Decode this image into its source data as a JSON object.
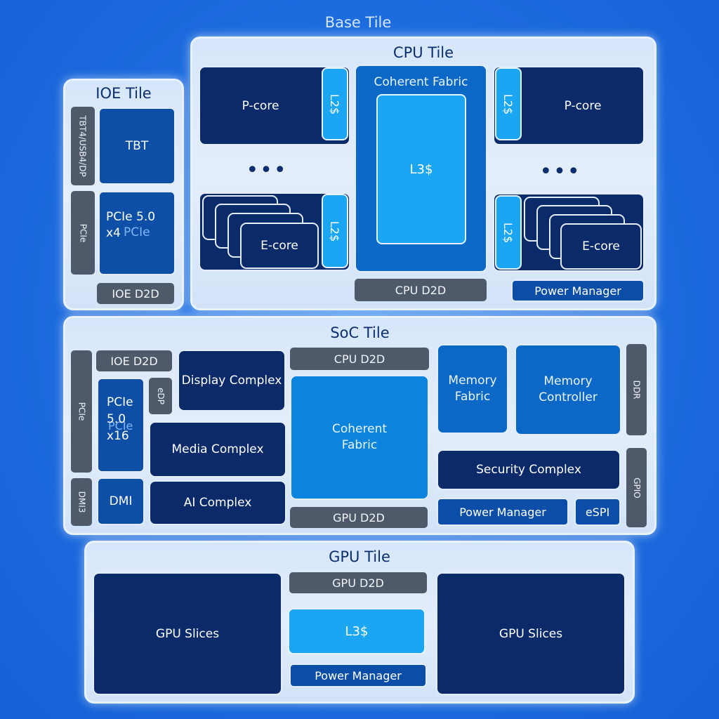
{
  "base_tile": {
    "title": "Base Tile"
  },
  "cpu_tile": {
    "title": "CPU Tile",
    "p_core": "P-core",
    "e_core": "E-core",
    "l2": "L2$",
    "dots": "•••",
    "coherent_fabric": "Coherent Fabric",
    "l3": "L3$",
    "d2d": "CPU D2D",
    "power_manager": "Power Manager"
  },
  "ioe_tile": {
    "title": "IOE Tile",
    "tbt_port": "TBT4/USB4/DP",
    "tbt": "TBT",
    "pcie_port": "PCIe",
    "pcie_block": "PCIe",
    "pcie_overlay_line1": "PCIe 5.0",
    "pcie_overlay_line2": "x4",
    "d2d": "IOE D2D"
  },
  "soc_tile": {
    "title": "SoC Tile",
    "pcie_port": "PCIe",
    "ioe_d2d": "IOE D2D",
    "pcie_block": "PCIe",
    "pcie_overlay": [
      "PCIe",
      "5.0",
      "x16"
    ],
    "edp": "eDP",
    "dmi_port": "DMI3",
    "dmi": "DMI",
    "display_complex": "Display Complex",
    "media_complex": "Media Complex",
    "ai_complex": "AI Complex",
    "cpu_d2d": "CPU D2D",
    "coherent_fabric_line1": "Coherent",
    "coherent_fabric_line2": "Fabric",
    "gpu_d2d": "GPU D2D",
    "memory_fabric_line1": "Memory",
    "memory_fabric_line2": "Fabric",
    "memory_controller_line1": "Memory",
    "memory_controller_line2": "Controller",
    "ddr": "DDR",
    "security_complex": "Security Complex",
    "gpio": "GPIO",
    "power_manager": "Power Manager",
    "espi": "eSPI"
  },
  "gpu_tile": {
    "title": "GPU Tile",
    "gpu_slices_left": "GPU Slices",
    "gpu_slices_right": "GPU Slices",
    "d2d": "GPU D2D",
    "l3": "L3$",
    "power_manager": "Power Manager"
  }
}
